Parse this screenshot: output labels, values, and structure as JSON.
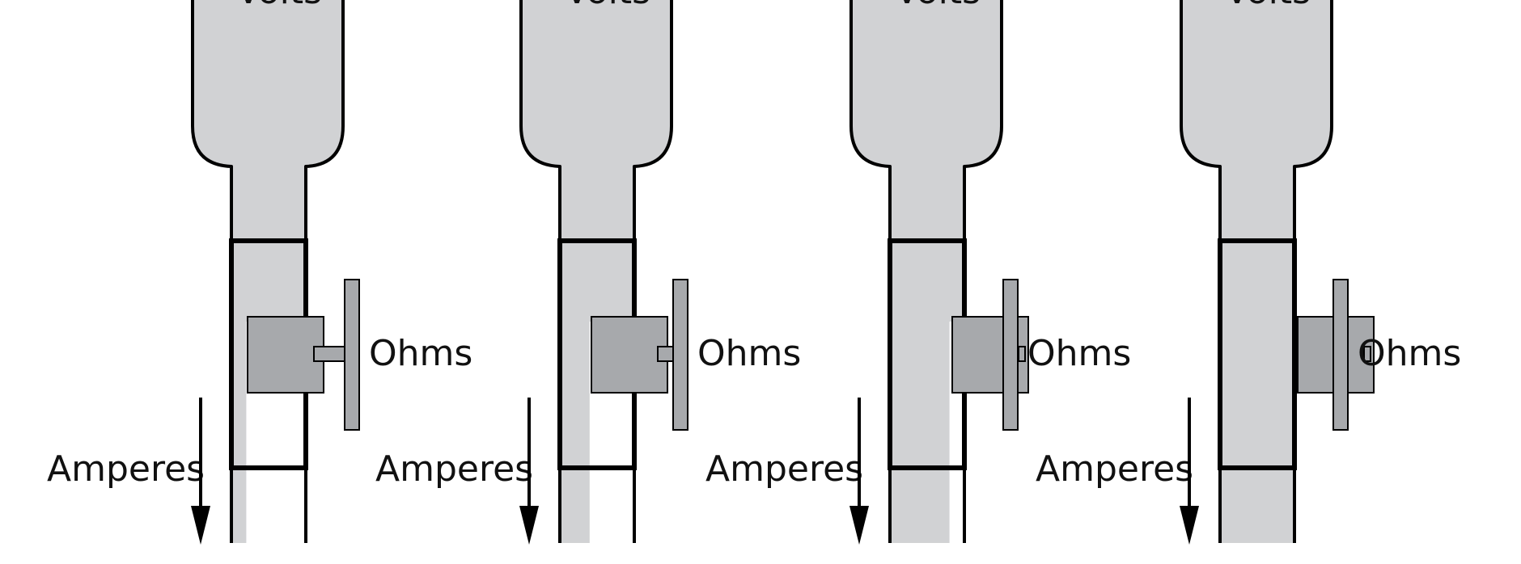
{
  "labels": {
    "top": "Volts",
    "valve": "Ohms",
    "flow": "Amperes"
  },
  "panels": [
    {
      "id": "panel-1",
      "valve_opening": 0.2
    },
    {
      "id": "panel-2",
      "valve_opening": 0.4
    },
    {
      "id": "panel-3",
      "valve_opening": 0.8
    },
    {
      "id": "panel-4",
      "valve_opening": 1.0
    }
  ],
  "colors": {
    "water": "#d1d2d4",
    "valve": "#a7a9ac",
    "outline": "#000000"
  },
  "icons": [
    "down-arrow-icon",
    "valve-handle-icon"
  ]
}
